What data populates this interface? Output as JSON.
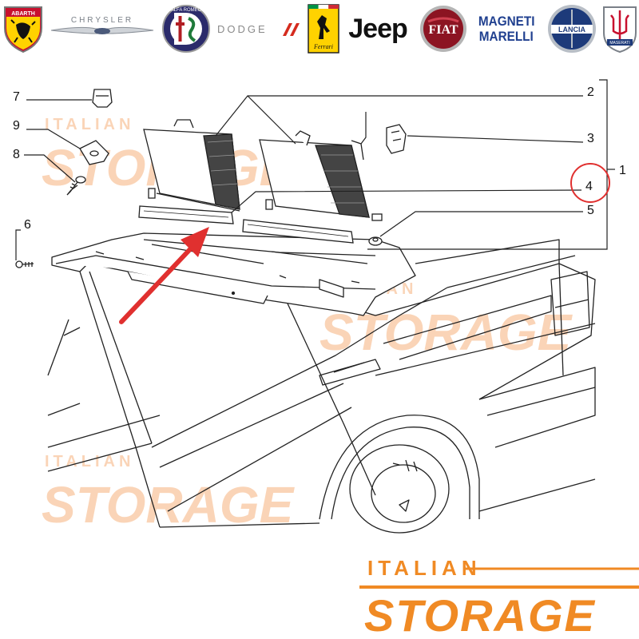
{
  "brands": [
    {
      "name": "abarth",
      "label": "ABARTH",
      "color": "#c8102e"
    },
    {
      "name": "chrysler",
      "label": "CHRYSLER",
      "color": "#5a5f66"
    },
    {
      "name": "alfa-romeo",
      "label": "ALFA ROMEO",
      "color": "#b11d23"
    },
    {
      "name": "dodge",
      "label": "DODGE",
      "color": "#d52b1e"
    },
    {
      "name": "ferrari",
      "label": "Ferrari",
      "color": "#ffd200"
    },
    {
      "name": "jeep",
      "label": "Jeep",
      "color": "#111111"
    },
    {
      "name": "fiat",
      "label": "FIAT",
      "color": "#8c1422"
    },
    {
      "name": "magneti-marelli",
      "label_line1": "MAGNETI",
      "label_line2": "MARELLI",
      "color": "#1f3f8f"
    },
    {
      "name": "lancia",
      "label": "LANCIA",
      "color": "#1d3a7a"
    },
    {
      "name": "maserati",
      "label": "MASERATI",
      "color": "#1d3a7a"
    }
  ],
  "callouts": [
    "1",
    "2",
    "3",
    "4",
    "5",
    "6",
    "7",
    "8",
    "9"
  ],
  "highlighted_part": "4",
  "highlight_color": "#e0302f",
  "watermark": {
    "line1": "ITALIAN",
    "line2": "STORAGE",
    "color": "#f4a261"
  },
  "footer_logo": {
    "line1": "ITALIAN",
    "line2": "STORAGE",
    "color": "#f08a24"
  }
}
